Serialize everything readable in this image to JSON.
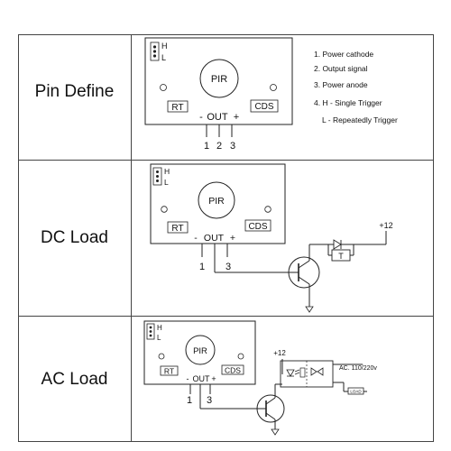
{
  "rows": [
    {
      "label": "Pin Define"
    },
    {
      "label": "DC Load"
    },
    {
      "label": "AC Load"
    }
  ],
  "board": {
    "jumper_h": "H",
    "jumper_l": "L",
    "sensor": "PIR",
    "rt": "RT",
    "cds": "CDS",
    "minus": "-",
    "out": "OUT",
    "plus": "+",
    "pin1": "1",
    "pin2": "2",
    "pin3": "3"
  },
  "notes": [
    "1. Power cathode",
    "2. Output signal",
    "3. Power anode",
    "4. H - Single Trigger",
    "L -  Repeatedly Trigger"
  ],
  "dc_load": {
    "supply": "+12",
    "relay": "T"
  },
  "ac_load": {
    "supply": "+12",
    "mains": "AC. 110/220v",
    "load": "LOAD"
  }
}
